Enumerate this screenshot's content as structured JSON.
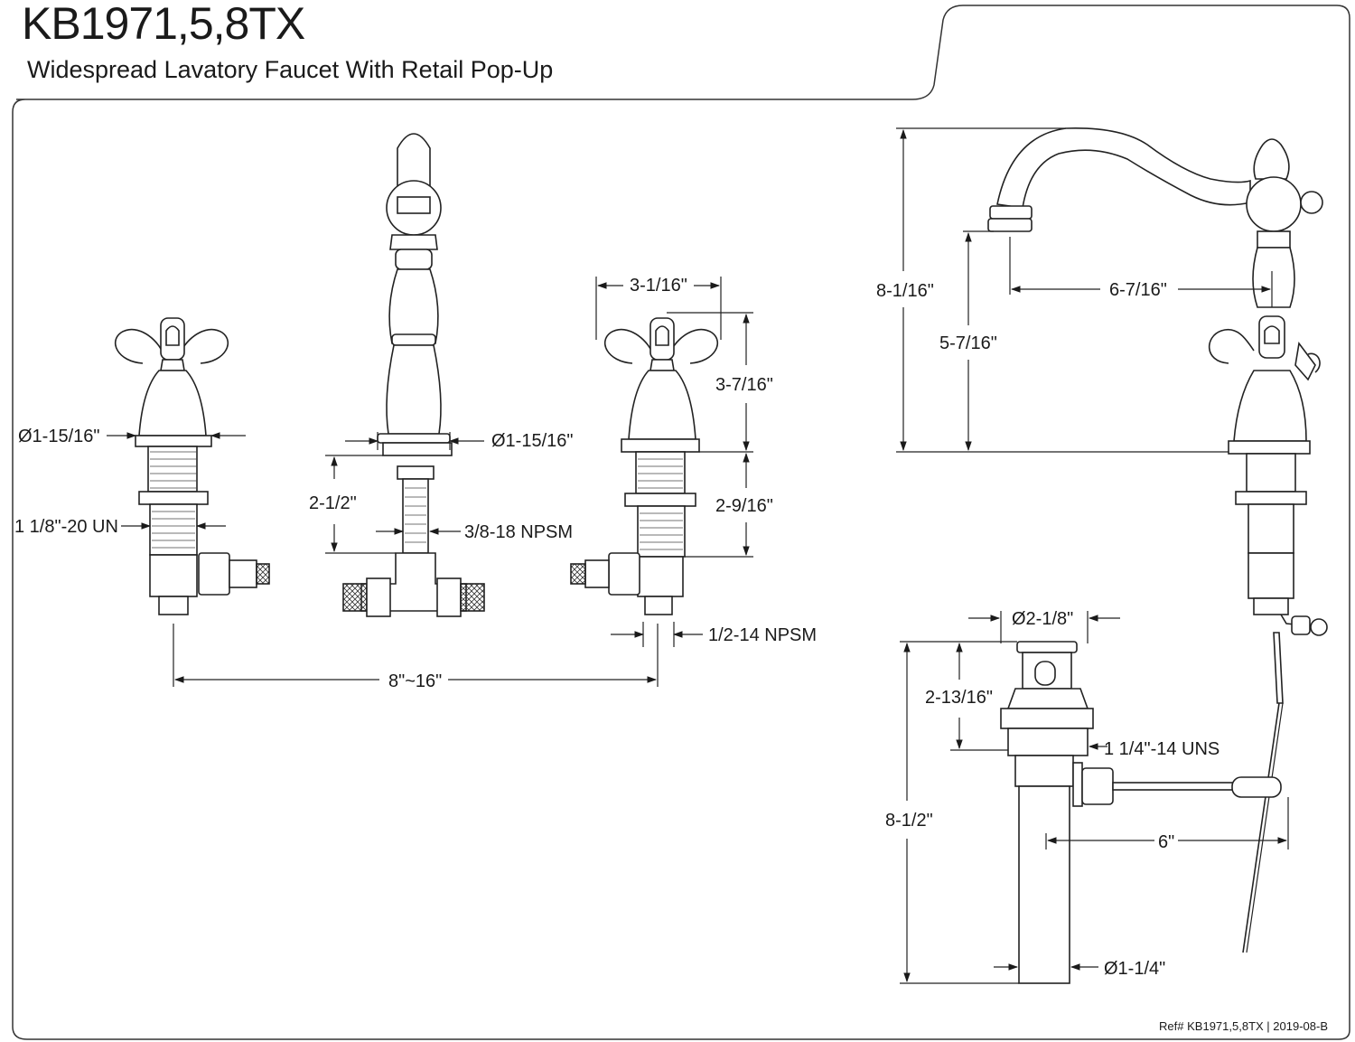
{
  "header": {
    "model": "KB1971,5,8TX",
    "description": "Widespread Lavatory Faucet With Retail Pop-Up"
  },
  "dimensions": {
    "left_handle_diameter": "Ø1-15/16\"",
    "left_thread": "1 1/8\"-20 UN",
    "spout_base_diameter": "Ø1-15/16\"",
    "spout_shank_length": "2-1/2\"",
    "spout_thread": "3/8-18 NPSM",
    "handle_width": "3-1/16\"",
    "handle_height": "3-7/16\"",
    "handle_shank_length": "2-9/16\"",
    "inlet_thread": "1/2-14 NPSM",
    "center_spread": "8\"~16\"",
    "overall_height": "8-1/16\"",
    "spout_height": "5-7/16\"",
    "spout_reach": "6-7/16\"",
    "drain_diameter": "Ø2-1/8\"",
    "drain_flange_height": "2-13/16\"",
    "drain_thread": "1 1/4\"-14 UNS",
    "drain_overall_length": "8-1/2\"",
    "pivot_rod_length": "6\"",
    "tailpiece_diameter": "Ø1-1/4\""
  },
  "footer": {
    "ref": "Ref# KB1971,5,8TX | 2019-08-B"
  }
}
